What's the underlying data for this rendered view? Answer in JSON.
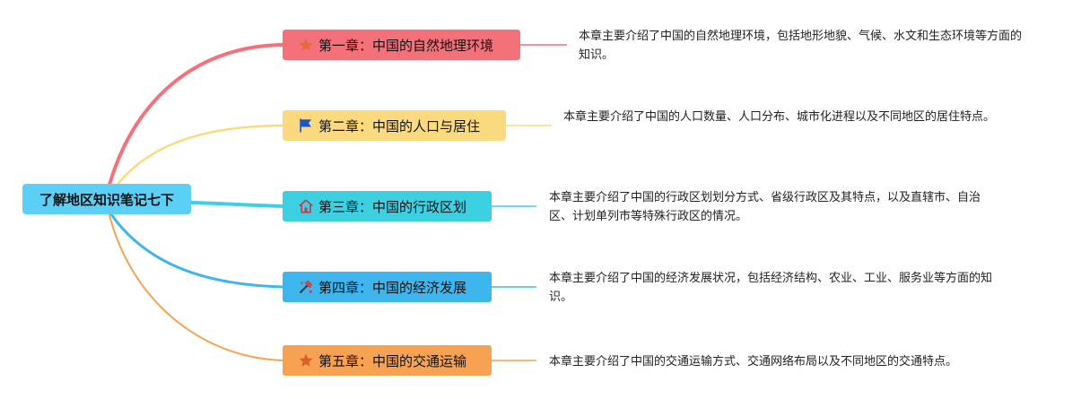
{
  "root": {
    "label": "了解地区知识笔记七下",
    "color": "#5ccff7"
  },
  "chapters": [
    {
      "label": "第一章：中国的自然地理环境",
      "icon": "star-icon",
      "color": "#f4717a",
      "description": "本章主要介绍了中国的自然地理环境，包括地形地貌、气候、水文和生态环境等方面的知识。"
    },
    {
      "label": "第二章：中国的人口与居住",
      "icon": "flag-icon",
      "color": "#fbd97e",
      "description": "本章主要介绍了中国的人口数量、人口分布、城市化进程以及不同地区的居住特点。"
    },
    {
      "label": "第三章：中国的行政区划",
      "icon": "home-icon",
      "color": "#3dd0e3",
      "description": "本章主要介绍了中国的行政区划划分方式、省级行政区及其特点，以及直辖市、自治区、计划单列市等特殊行政区的情况。"
    },
    {
      "label": "第四章：中国的经济发展",
      "icon": "tools-icon",
      "color": "#3eb5ed",
      "description": "本章主要介绍了中国的经济发展状况，包括经济结构、农业、工业、服务业等方面的知识。"
    },
    {
      "label": "第五章：中国的交通运输",
      "icon": "star-icon",
      "color": "#f7a153",
      "description": "本章主要介绍了中国的交通运输方式、交通网络布局以及不同地区的交通特点。"
    }
  ]
}
